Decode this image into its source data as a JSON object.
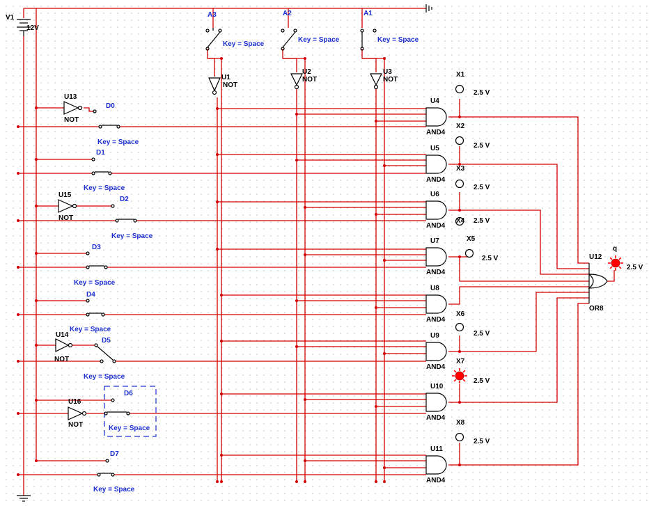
{
  "source": {
    "name": "V1",
    "value": "12V"
  },
  "address_switches": [
    {
      "name": "A3",
      "key": "Key = Space"
    },
    {
      "name": "A2",
      "key": "Key = Space"
    },
    {
      "name": "A1",
      "key": "Key = Space"
    }
  ],
  "address_inverters": [
    {
      "name": "U1",
      "type": "NOT"
    },
    {
      "name": "U2",
      "type": "NOT"
    },
    {
      "name": "U3",
      "type": "NOT"
    }
  ],
  "data_switches": [
    {
      "name": "D0",
      "key": "Key = Space"
    },
    {
      "name": "D1",
      "key": "Key = Space"
    },
    {
      "name": "D2",
      "key": "Key = Space"
    },
    {
      "name": "D3",
      "key": "Key = Space"
    },
    {
      "name": "D4",
      "key": "Key = Space"
    },
    {
      "name": "D5",
      "key": "Key = Space"
    },
    {
      "name": "D6",
      "key": "Key = Space"
    },
    {
      "name": "D7",
      "key": "Key = Space"
    }
  ],
  "data_inverters": [
    {
      "name": "U13",
      "type": "NOT"
    },
    {
      "name": "U15",
      "type": "NOT"
    },
    {
      "name": "U14",
      "type": "NOT"
    },
    {
      "name": "U16",
      "type": "NOT"
    }
  ],
  "and_gates": [
    {
      "name": "U4",
      "type": "AND4"
    },
    {
      "name": "U5",
      "type": "AND4"
    },
    {
      "name": "U6",
      "type": "AND4"
    },
    {
      "name": "U7",
      "type": "AND4"
    },
    {
      "name": "U8",
      "type": "AND4"
    },
    {
      "name": "U9",
      "type": "AND4"
    },
    {
      "name": "U10",
      "type": "AND4"
    },
    {
      "name": "U11",
      "type": "AND4"
    }
  ],
  "probes": [
    {
      "name": "X1",
      "value": "2.5 V",
      "lit": false
    },
    {
      "name": "X2",
      "value": "2.5 V",
      "lit": false
    },
    {
      "name": "X3",
      "value": "2.5 V",
      "lit": false
    },
    {
      "name": "X4",
      "value": "2.5 V",
      "lit": false
    },
    {
      "name": "X5",
      "value": "2.5 V",
      "lit": false
    },
    {
      "name": "X6",
      "value": "2.5 V",
      "lit": false
    },
    {
      "name": "X7",
      "value": "2.5 V",
      "lit": true
    },
    {
      "name": "X8",
      "value": "2.5 V",
      "lit": false
    }
  ],
  "or_gate": {
    "name": "U12",
    "type": "OR8"
  },
  "output_probe": {
    "name": "q",
    "value": "2.5 V",
    "lit": true
  },
  "colors": {
    "wire": "#d40000",
    "label": "#1b2fd0",
    "lit_probe": "#ff0000"
  }
}
